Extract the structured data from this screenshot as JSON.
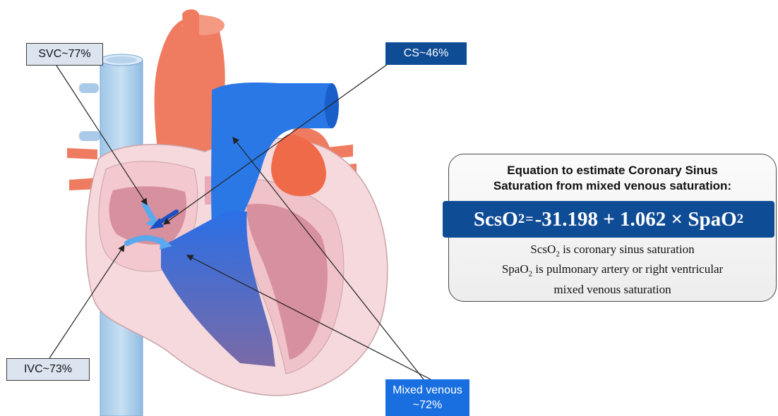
{
  "labels": {
    "svc": "SVC~77%",
    "cs": "CS~46%",
    "ivc": "IVC~73%",
    "mixed_venous": {
      "line1": "Mixed venous",
      "line2": "~72%"
    }
  },
  "equation_panel": {
    "heading_line1": "Equation to estimate Coronary Sinus",
    "heading_line2": "Saturation from mixed venous saturation:",
    "formula": {
      "lhs": "ScsO",
      "lhs_sub": "2",
      "equals": "=",
      "rhs": "-31.198 + 1.062 × SpaO",
      "rhs_sub": "2"
    },
    "notes": [
      {
        "pre": "ScsO",
        "sub": "2",
        "post": " is coronary sinus saturation"
      },
      {
        "pre": "SpaO",
        "sub": "2",
        "post": " is pulmonary artery or right ventricular"
      },
      {
        "pre": "",
        "sub": "",
        "post": "mixed venous saturation"
      }
    ]
  },
  "colors": {
    "venous_blue": "#2a78e6",
    "deep_blue": "#0f4c96",
    "artery": "#ef7b61",
    "heart_wall": "#f6d9dc",
    "muscle": "#d7909d"
  }
}
